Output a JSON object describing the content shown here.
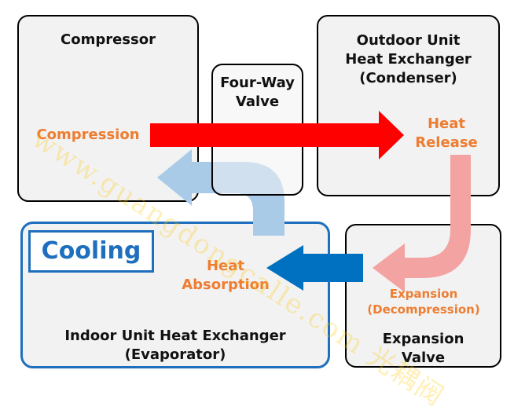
{
  "diagram": {
    "compressor": {
      "title": "Compressor",
      "process": "Compression"
    },
    "four_way_valve": {
      "title_line1": "Four-Way",
      "title_line2": "Valve"
    },
    "outdoor_unit": {
      "title_line1": "Outdoor Unit",
      "title_line2": "Heat Exchanger",
      "title_line3": "(Condenser)",
      "process_line1": "Heat",
      "process_line2": "Release"
    },
    "indoor_unit": {
      "mode_label": "Cooling",
      "title_line1": "Indoor Unit Heat Exchanger",
      "title_line2": "(Evaporator)",
      "process_line1": "Heat",
      "process_line2": "Absorption"
    },
    "expansion_valve": {
      "title_line1": "Expansion",
      "title_line2": "Valve",
      "process_line1": "Expansion",
      "process_line2": "(Decompression)"
    },
    "watermark": "www.guangdongcalle.com 光耦阀"
  },
  "colors": {
    "hot_arrow": "#ff0000",
    "warm_arrow": "#f4a3a3",
    "cold_arrow": "#0070c0",
    "return_arrow": "#a9cbe8",
    "process_text": "#ed7d31",
    "cooling_border": "#1e6fbd"
  }
}
